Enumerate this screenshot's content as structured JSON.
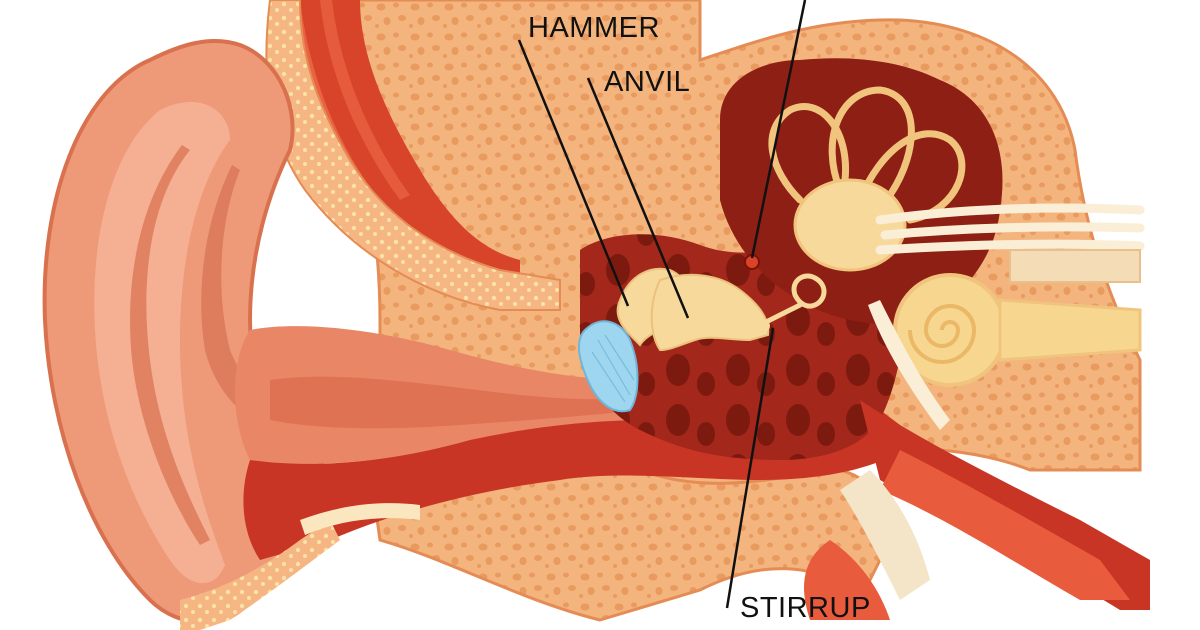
{
  "labels": {
    "hammer": "HAMMER",
    "anvil": "ANVIL",
    "stirrup": "STIRRUP"
  },
  "colors": {
    "outer_ear_skin": "#ee9a78",
    "outer_ear_dark": "#d9714f",
    "bone_tissue": "#f3b47e",
    "bone_pores": "#e89a5f",
    "cartilage": "#fbe7bf",
    "muscle_red": "#d7442a",
    "muscle_dark": "#a52618",
    "middle_ear_cavity": "#8e1f14",
    "ossicles": "#f6d99b",
    "inner_ear_canals": "#f1c47d",
    "cochlea": "#f7d78f",
    "eardrum": "#9fd6ef",
    "nerve_fibers": "#fbeed6",
    "leader_lines": "#111111"
  },
  "icons": [
    "ear-anatomy-illustration"
  ]
}
